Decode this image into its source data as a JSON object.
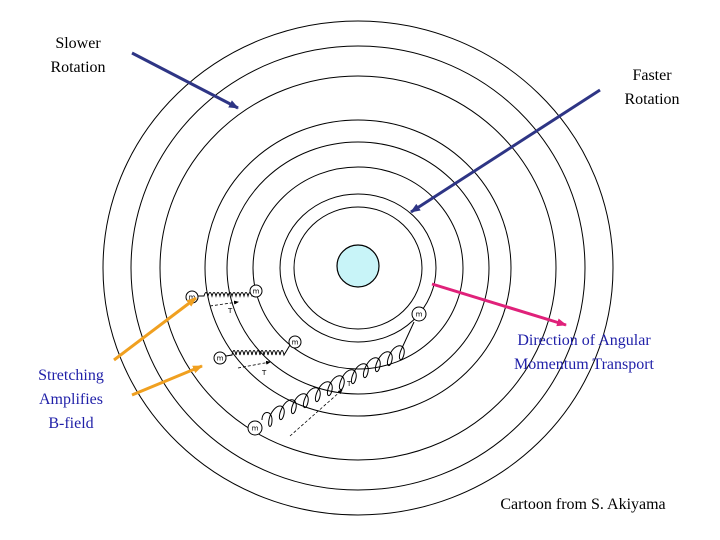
{
  "labels": {
    "slower": [
      "Slower",
      "Rotation"
    ],
    "faster": [
      "Faster",
      "Rotation"
    ],
    "stretching": [
      "Stretching",
      "Amplifies",
      "B-field"
    ],
    "transport": [
      "Direction of Angular",
      "Momentum Transport"
    ],
    "credit": "Cartoon from S. Akiyama"
  },
  "springs": [
    {
      "mass_out": "m",
      "mass_in": "m",
      "tension_label": "T"
    },
    {
      "mass_out": "m",
      "mass_in": "m",
      "tension_label": "T"
    },
    {
      "mass_out": "m",
      "mass_in": "m",
      "tension_label": "T"
    }
  ],
  "colors": {
    "rotation_arrow": "#2e3585",
    "transport_arrow": "#e0217a",
    "stretch_arrow": "#f0a020",
    "core_fill": "#c8f4f8",
    "text_blue": "#1f1fa8"
  }
}
